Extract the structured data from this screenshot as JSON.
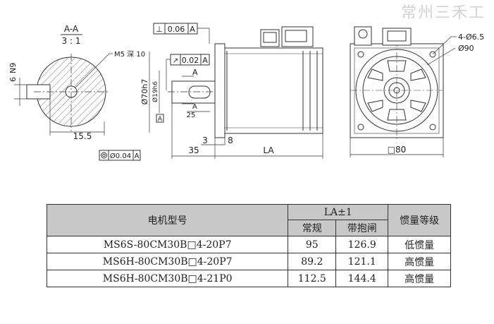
{
  "watermark": "常州三禾工",
  "drawing": {
    "section_title": "A-A",
    "section_scale": "3 : 1",
    "key_dim": "N9",
    "key_depth": "6",
    "thread_note": "M5 深 10",
    "shaft_offset": "15.5",
    "perp_tol": "0.06",
    "perp_datum": "A",
    "runout_tol": "0.02",
    "runout_datum": "A",
    "datum_label": "A",
    "pilot_dia": "Ø70h7",
    "shaft_dia": "Ø19h6",
    "key_len": "25",
    "conc_tol": "Ø0.04",
    "conc_datum": "A",
    "dim_3": "3",
    "dim_8": "8",
    "dim_35": "35",
    "dim_la": "LA",
    "holes": "4-Ø6.5",
    "bolt_circle": "Ø90",
    "flange": "□80"
  },
  "table": {
    "header_model": "电机型号",
    "header_la": "LA±1",
    "header_standard": "常规",
    "header_brake": "带抱闸",
    "header_inertia": "惯量等级",
    "rows": [
      {
        "model": "MS6S-80CM30B□4-20P7",
        "standard": "95",
        "brake": "126.9",
        "inertia": "低惯量"
      },
      {
        "model": "MS6H-80CM30B□4-20P7",
        "standard": "89.2",
        "brake": "121.1",
        "inertia": "高惯量"
      },
      {
        "model": "MS6H-80CM30B□4-21P0",
        "standard": "112.5",
        "brake": "144.4",
        "inertia": "高惯量"
      }
    ]
  }
}
